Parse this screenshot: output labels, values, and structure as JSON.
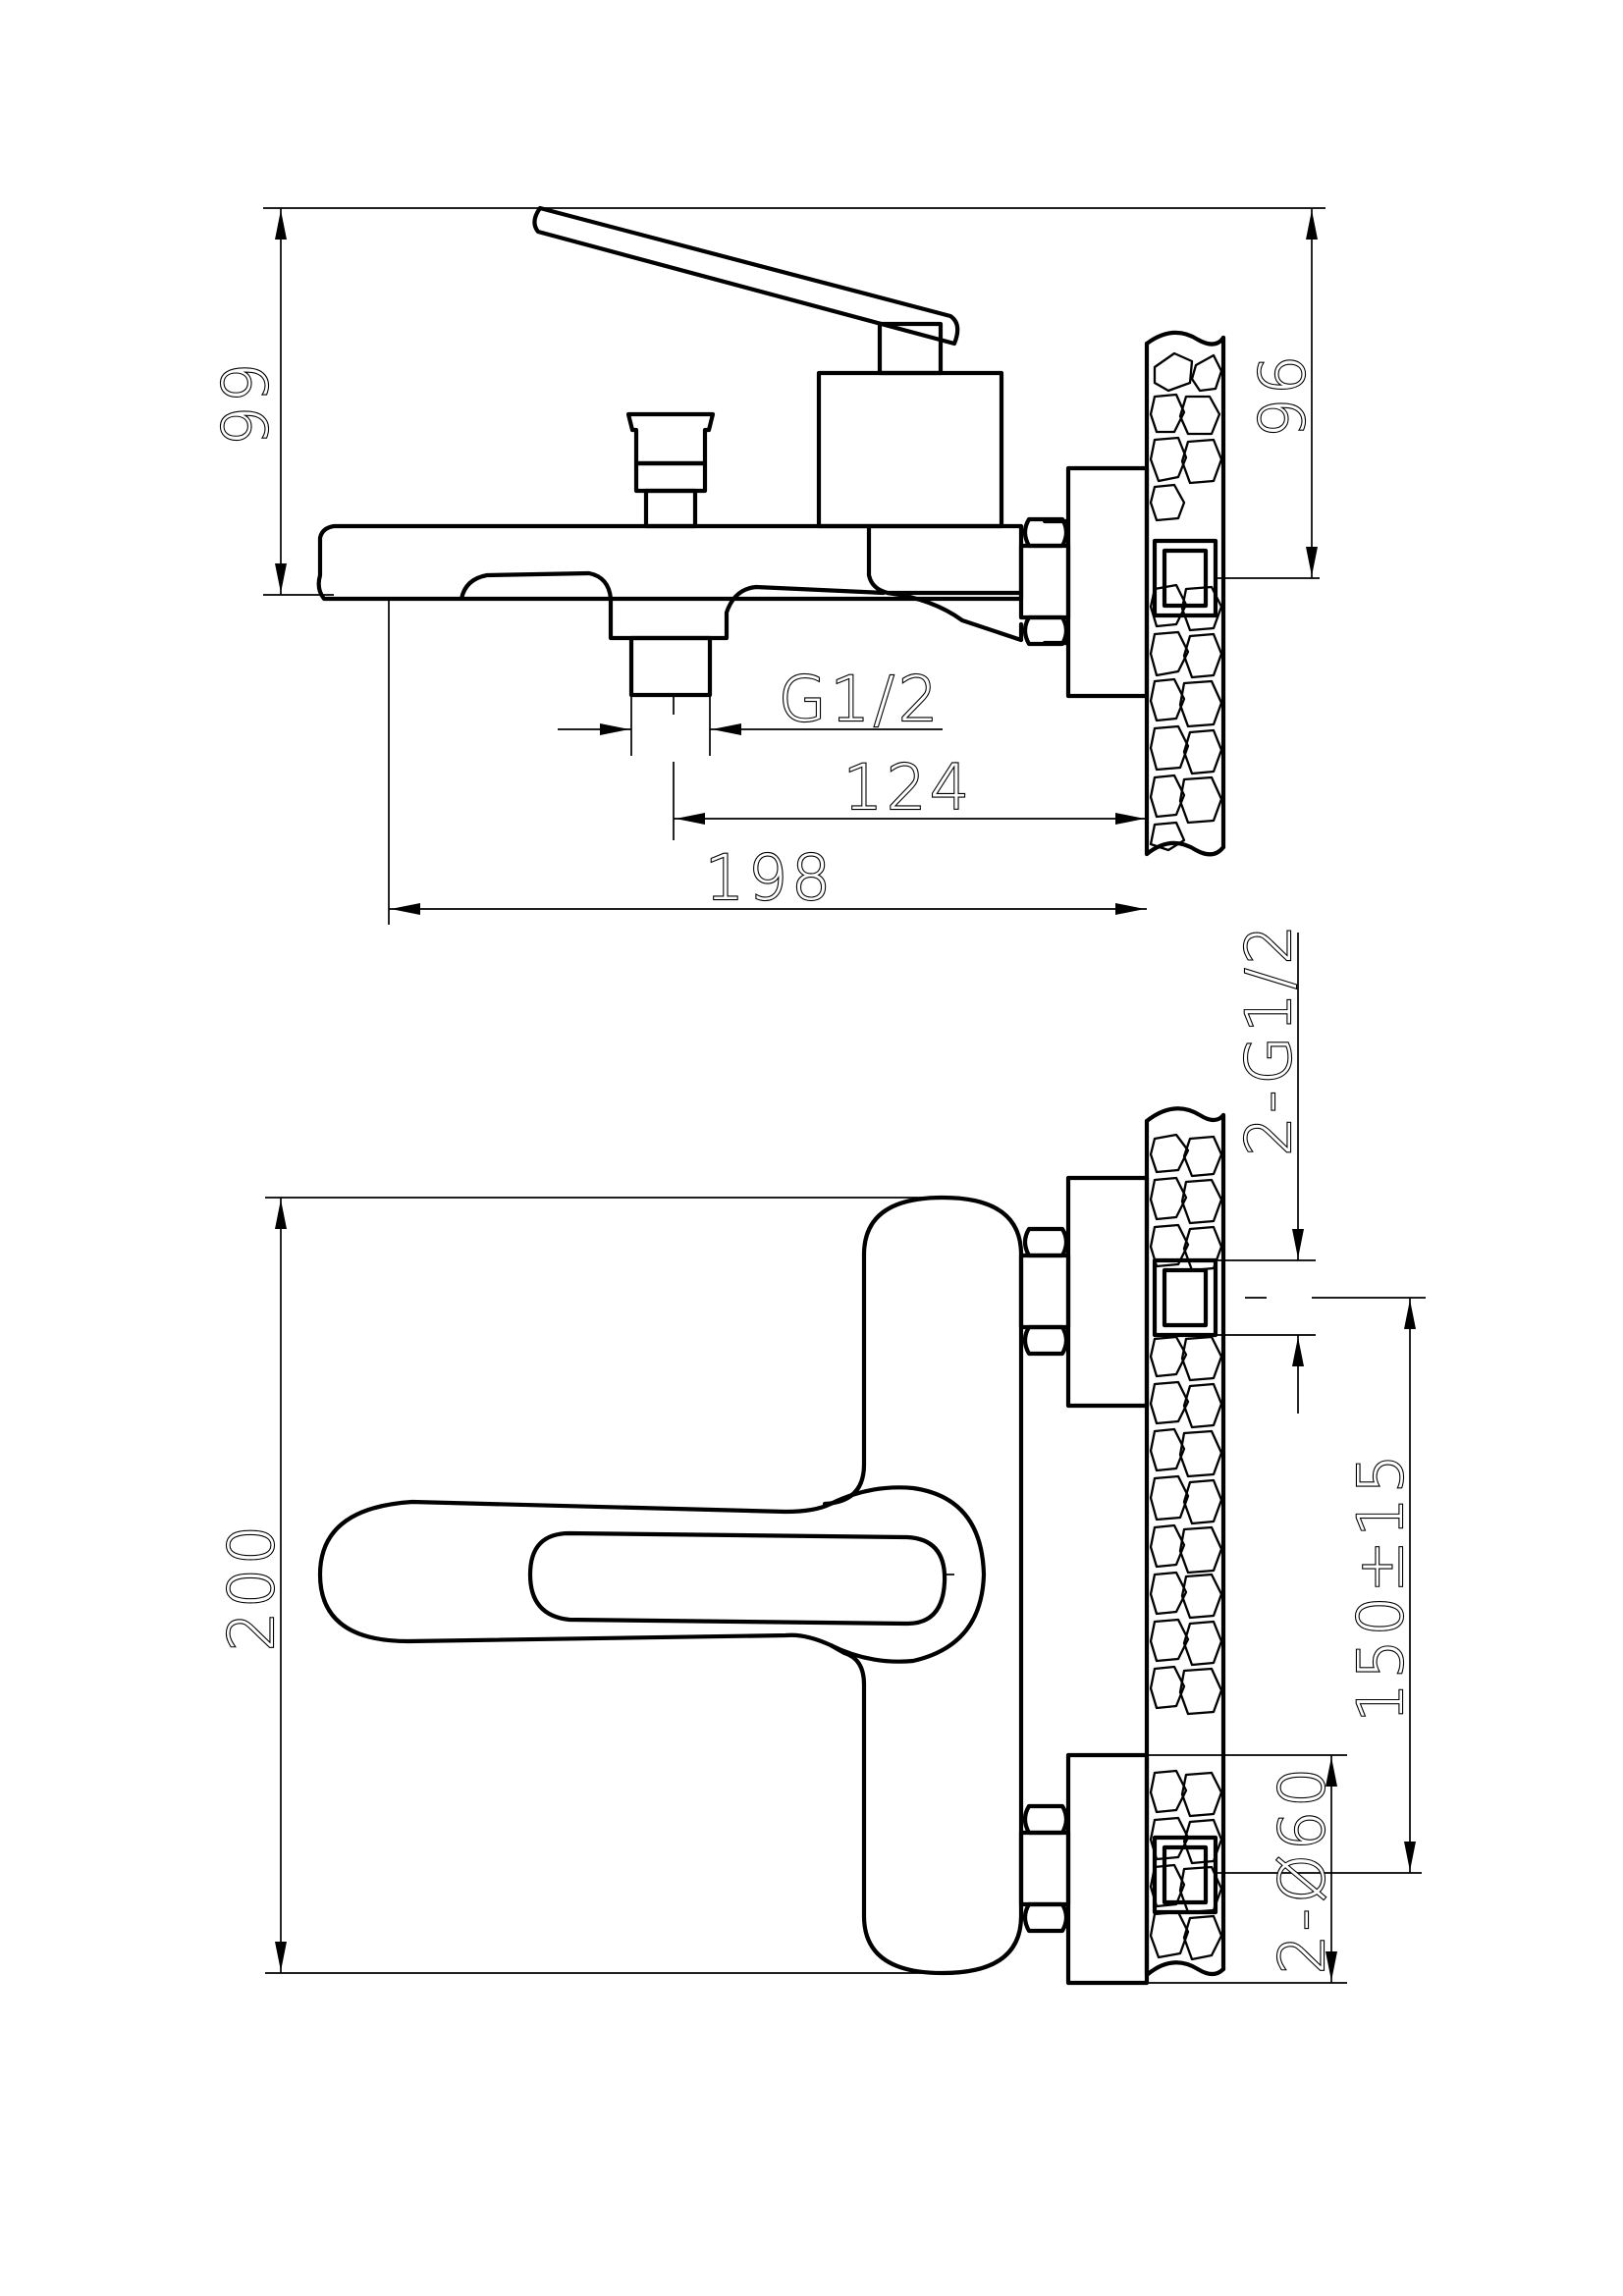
{
  "side_view": {
    "dimensions": {
      "overall_height": "99",
      "height_to_inlet": "96",
      "outlet_thread": "G1/2",
      "outlet_to_wall": "124",
      "overall_depth": "198"
    }
  },
  "top_view": {
    "dimensions": {
      "overall_width": "200",
      "inlet_threads": "2-G1/2",
      "inlet_centres": "150±15",
      "escutcheons": "2-Ø60"
    }
  }
}
